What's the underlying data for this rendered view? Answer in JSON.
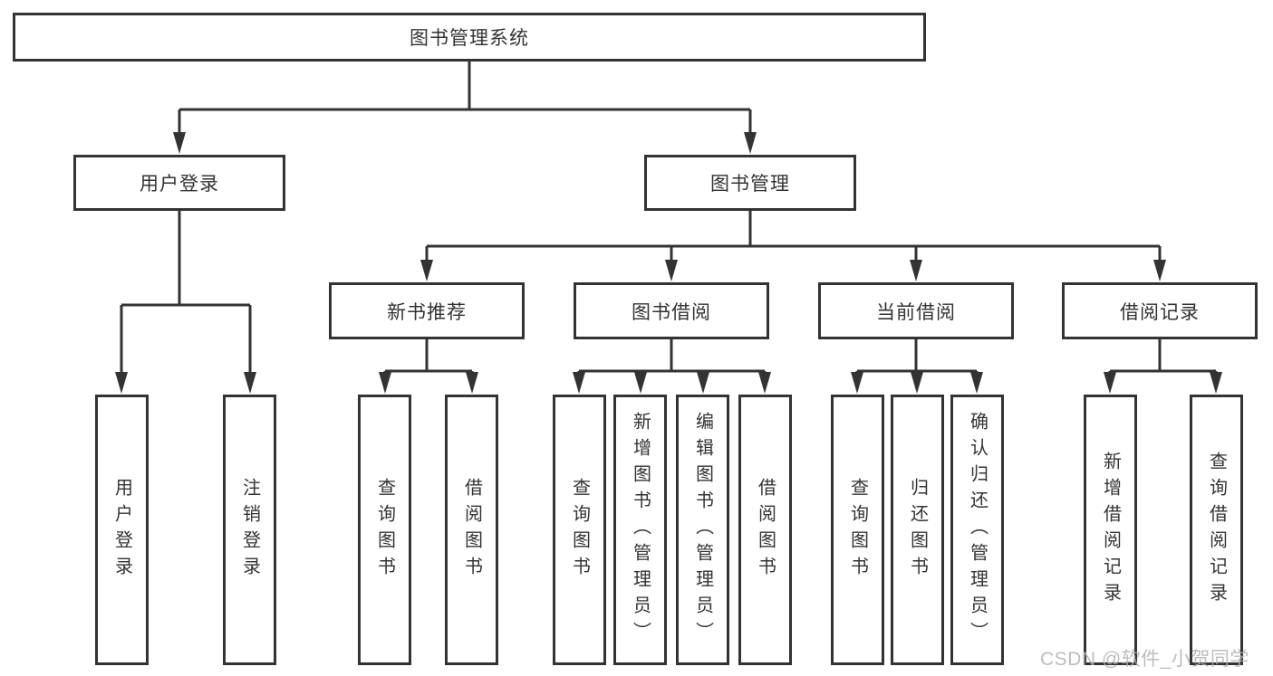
{
  "diagram": {
    "root": {
      "label": "图书管理系统"
    },
    "level2": [
      {
        "label": "用户登录"
      },
      {
        "label": "图书管理"
      }
    ],
    "level3": [
      {
        "label": "新书推荐"
      },
      {
        "label": "图书借阅"
      },
      {
        "label": "当前借阅"
      },
      {
        "label": "借阅记录"
      }
    ],
    "leaves": [
      {
        "label": "用户登录",
        "parent": "用户登录"
      },
      {
        "label": "注销登录",
        "parent": "用户登录"
      },
      {
        "label": "查询图书",
        "parent": "新书推荐"
      },
      {
        "label": "借阅图书",
        "parent": "新书推荐"
      },
      {
        "label": "查询图书",
        "parent": "图书借阅"
      },
      {
        "label": "新增图书（管理员）",
        "parent": "图书借阅"
      },
      {
        "label": "编辑图书（管理员）",
        "parent": "图书借阅"
      },
      {
        "label": "借阅图书",
        "parent": "图书借阅"
      },
      {
        "label": "查询图书",
        "parent": "当前借阅"
      },
      {
        "label": "归还图书",
        "parent": "当前借阅"
      },
      {
        "label": "确认归还（管理员）",
        "parent": "当前借阅"
      },
      {
        "label": "新增借阅记录",
        "parent": "借阅记录"
      },
      {
        "label": "查询借阅记录",
        "parent": "借阅记录"
      }
    ]
  },
  "watermark": {
    "text": "CSDN @软件_小贺同学"
  },
  "colors": {
    "line": "#333333",
    "text": "#333333",
    "watermark": "#b2b2b2",
    "background": "#ffffff"
  }
}
